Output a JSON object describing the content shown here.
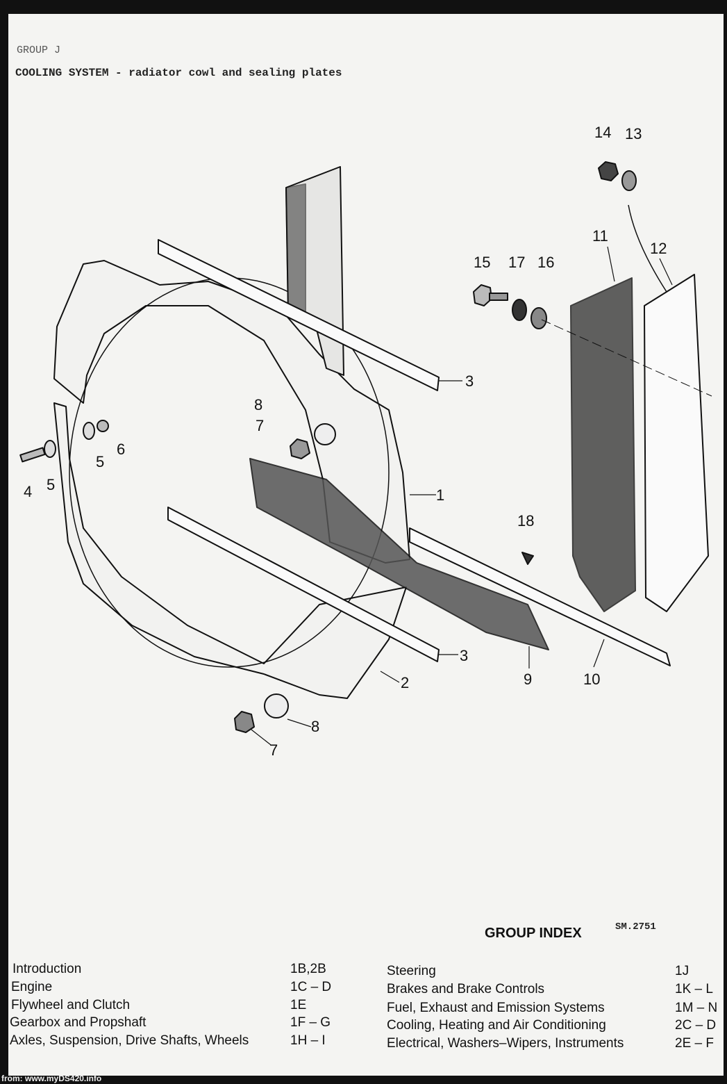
{
  "header": {
    "group": "GROUP J",
    "title": "COOLING SYSTEM - radiator cowl and sealing plates"
  },
  "diagram": {
    "callouts": [
      "1",
      "2",
      "3",
      "3",
      "4",
      "5",
      "5",
      "6",
      "7",
      "7",
      "8",
      "8",
      "9",
      "10",
      "11",
      "12",
      "13",
      "14",
      "15",
      "16",
      "17",
      "18"
    ],
    "reference": "SM.2751"
  },
  "group_index": {
    "title": "GROUP INDEX",
    "left": [
      {
        "label": "Introduction",
        "code": "1B,2B"
      },
      {
        "label": "Engine",
        "code": "1C – D"
      },
      {
        "label": "Flywheel and Clutch",
        "code": "1E"
      },
      {
        "label": "Gearbox and Propshaft",
        "code": "1F – G"
      },
      {
        "label": "Axles, Suspension, Drive Shafts, Wheels",
        "code": "1H – I"
      }
    ],
    "right": [
      {
        "label": "Steering",
        "code": "1J"
      },
      {
        "label": "Brakes and Brake Controls",
        "code": "1K – L"
      },
      {
        "label": "Fuel, Exhaust and Emission Systems",
        "code": "1M – N"
      },
      {
        "label": "Cooling, Heating and Air Conditioning",
        "code": "2C – D"
      },
      {
        "label": "Electrical, Washers–Wipers, Instruments",
        "code": "2E – F"
      }
    ]
  },
  "footer": {
    "source": "from: www.myDS420.info"
  }
}
